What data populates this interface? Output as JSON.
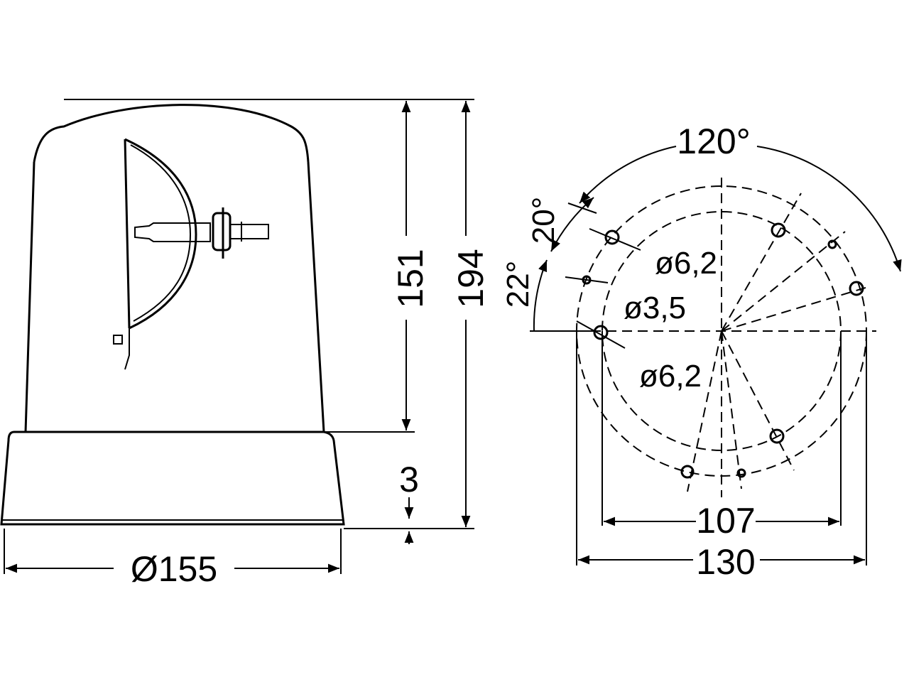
{
  "labels": {
    "base_diameter": "Ø155",
    "lens_height": "151",
    "total_height": "194",
    "base_height": "3",
    "angle_120": "120°",
    "angle_20": "20°",
    "angle_22": "22°",
    "hole_62_top": "ø6,2",
    "hole_35": "ø3,5",
    "hole_62_bottom": "ø6,2",
    "width_107": "107",
    "width_130": "130"
  }
}
